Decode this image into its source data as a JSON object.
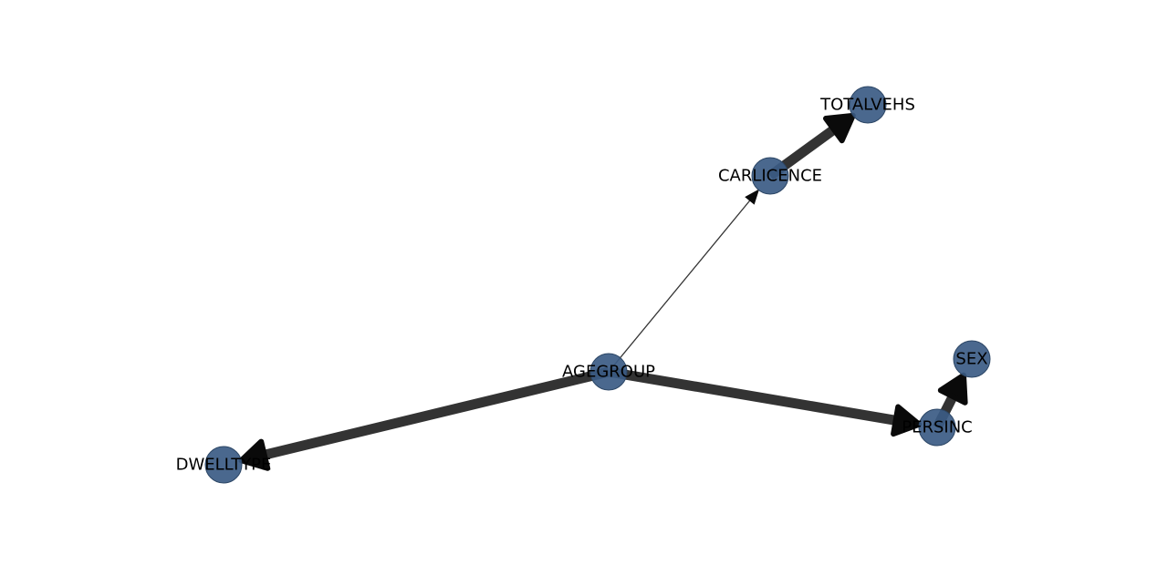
{
  "graph": {
    "nodes": [
      {
        "id": "AGEGROUP",
        "label": "AGEGROUP"
      },
      {
        "id": "CARLICENCE",
        "label": "CARLICENCE"
      },
      {
        "id": "TOTALVEHS",
        "label": "TOTALVEHS"
      },
      {
        "id": "PERSINC",
        "label": "PERSINC"
      },
      {
        "id": "SEX",
        "label": "SEX"
      },
      {
        "id": "DWELLTYPE",
        "label": "DWELLTYPE"
      }
    ],
    "edges": [
      {
        "source": "AGEGROUP",
        "target": "CARLICENCE",
        "weight": "thin"
      },
      {
        "source": "CARLICENCE",
        "target": "TOTALVEHS",
        "weight": "thick"
      },
      {
        "source": "AGEGROUP",
        "target": "PERSINC",
        "weight": "thick"
      },
      {
        "source": "PERSINC",
        "target": "SEX",
        "weight": "thick"
      },
      {
        "source": "AGEGROUP",
        "target": "DWELLTYPE",
        "weight": "thick"
      }
    ],
    "colors": {
      "node_fill": "#3b5b84",
      "node_stroke": "#2d4766",
      "edge": "#333333",
      "arrow": "#0a0a0a",
      "label": "#000000"
    }
  }
}
